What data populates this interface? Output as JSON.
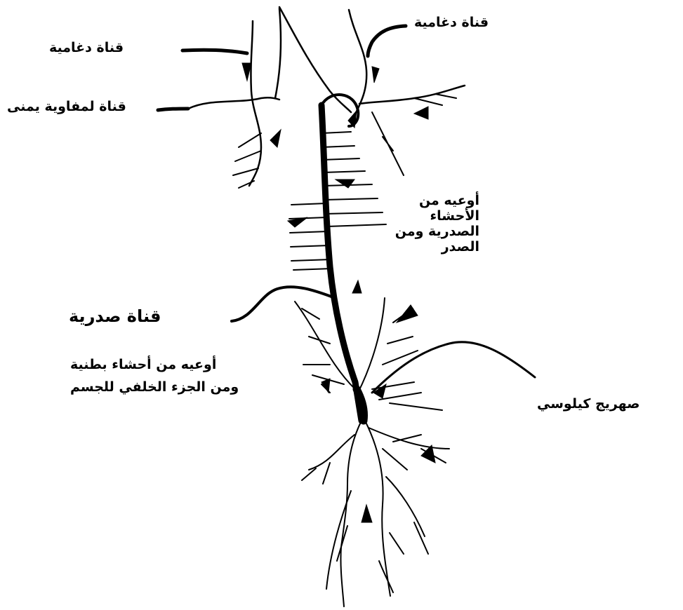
{
  "labels": {
    "jugular_left": "قناة دغامية",
    "jugular_right": "قناة دغامية",
    "right_lymph_duct": "قناة لمفاوية يمنى",
    "thoracic_vessels": "أوعيه من الأحشاء الصدرية ومن الصدر",
    "thoracic_duct": "قناة صدرية",
    "abdominal_vessels_line1": "أوعيه من أحشاء بطنية",
    "abdominal_vessels_line2": "ومن الجزء الخلفي للجسم",
    "cisterna_chyli": "صهريج كيلوسي"
  }
}
